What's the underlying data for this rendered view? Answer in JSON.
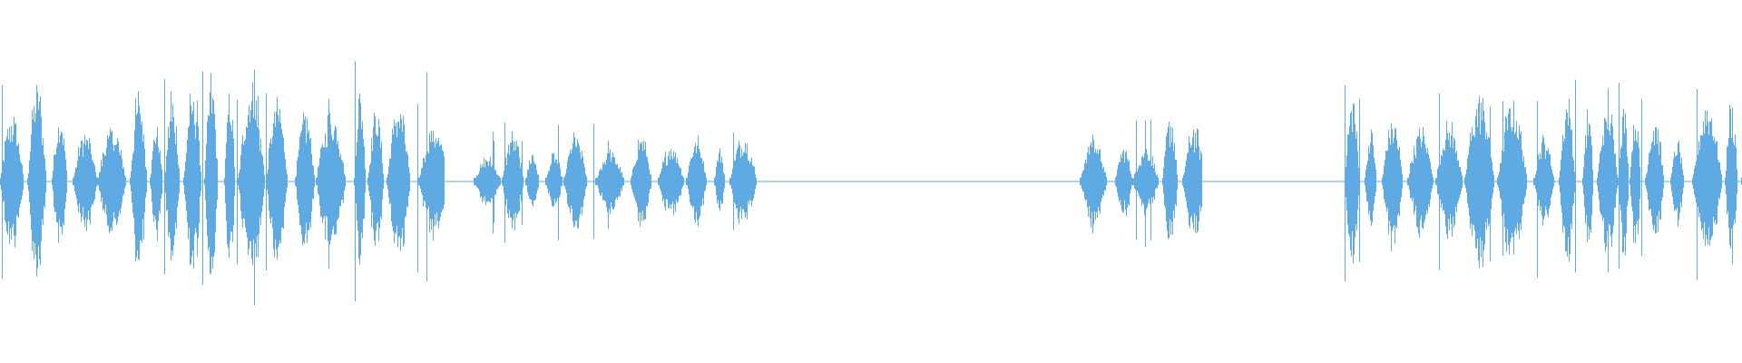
{
  "waveform": {
    "color": "#5FAAE3",
    "background": "#FFFFFF",
    "segments": [
      {
        "start": 0.0,
        "end": 0.255,
        "level": 0.9
      },
      {
        "start": 0.272,
        "end": 0.435,
        "level": 0.45
      },
      {
        "start": 0.62,
        "end": 0.69,
        "level": 0.55
      },
      {
        "start": 0.772,
        "end": 1.0,
        "level": 0.75
      }
    ]
  }
}
